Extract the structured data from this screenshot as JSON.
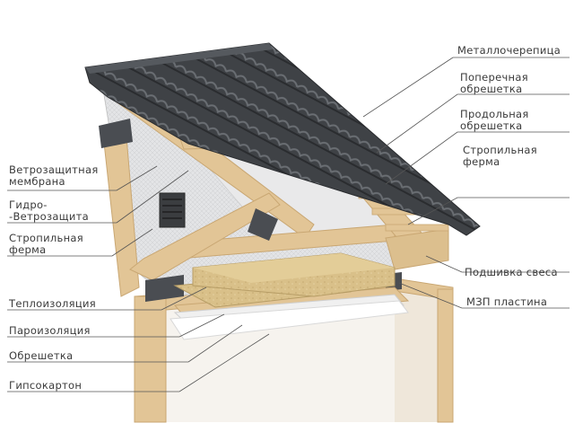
{
  "labels_right": {
    "metal_tile": "Металлочерепица",
    "cross_batten": "Поперечная\nобрешетка",
    "long_batten": "Продольная\nобрешетка",
    "rafter_truss": "Стропильная\nферма",
    "eave_lining": "Подшивка свеса",
    "mzp_plate": "МЗП пластина"
  },
  "labels_left": {
    "wind_membrane": "Ветрозащитная\nмембрана",
    "hydro_wind": "Гидро-\n-Ветрозащита",
    "rafter_truss": "Стропильная\nферма",
    "insulation": "Теплоизоляция",
    "vapor_barrier": "Пароизоляция",
    "battening": "Обрешетка",
    "drywall": "Гипсокартон"
  },
  "colors": {
    "tile": "#3f4246",
    "tile_light": "#6a6e73",
    "wood": "#e2c596",
    "wood_dark": "#c9a773",
    "membrane": "#e8e8ea",
    "wall": "#f3f0ec",
    "insulation": "#d9c089",
    "leader": "#555555"
  }
}
